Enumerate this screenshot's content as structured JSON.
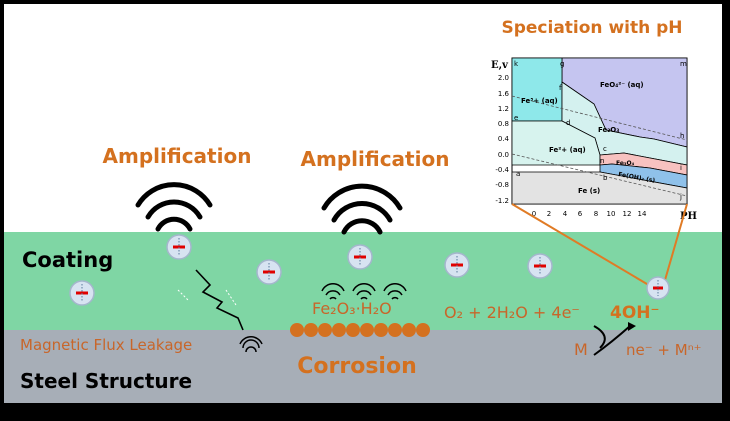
{
  "colors": {
    "coating": "#7fd6a4",
    "steel": "#a7aeb7",
    "accent": "#d4711f",
    "white": "#ffffff"
  },
  "labels": {
    "amplification_left": "Amplification",
    "amplification_mid": "Amplification",
    "speciation_title": "Speciation with pH",
    "coating": "Coating",
    "steel_structure": "Steel Structure",
    "corrosion": "Corrosion",
    "magnetic_flux_leakage": "Magnetic Flux Leakage",
    "rust_formula": "Fe₂O₃·H₂O",
    "cathodic_reaction": "O₂ + 2H₂O + 4e⁻",
    "hydroxide": "4OH⁻",
    "metal": "M",
    "anodic_products": "ne⁻ + Mⁿ⁺"
  },
  "pourbaix": {
    "y_axis_label": "E,v",
    "x_axis_label": "PH",
    "y_ticks": [
      "2.0",
      "1.6",
      "1.2",
      "0.8",
      "0.4",
      "0.0",
      "-0.4",
      "-0.8",
      "-1.2"
    ],
    "x_ticks": [
      "0",
      "2",
      "4",
      "6",
      "8",
      "10",
      "12",
      "14"
    ],
    "region_labels": {
      "fe3": "Fe³+ (aq)",
      "feo4": "FeO₄²⁻ (aq)",
      "fe2o3": "Fe₂O₃",
      "fe2": "Fe²+ (aq)",
      "fe3o4": "Fe₃O₄",
      "feoh2": "Fe(OH)₂ (s)",
      "fe_s": "Fe (s)"
    },
    "point_letters": [
      "k",
      "g",
      "f",
      "e",
      "d",
      "c",
      "n",
      "a",
      "b",
      "m",
      "h",
      "i",
      "j"
    ]
  }
}
